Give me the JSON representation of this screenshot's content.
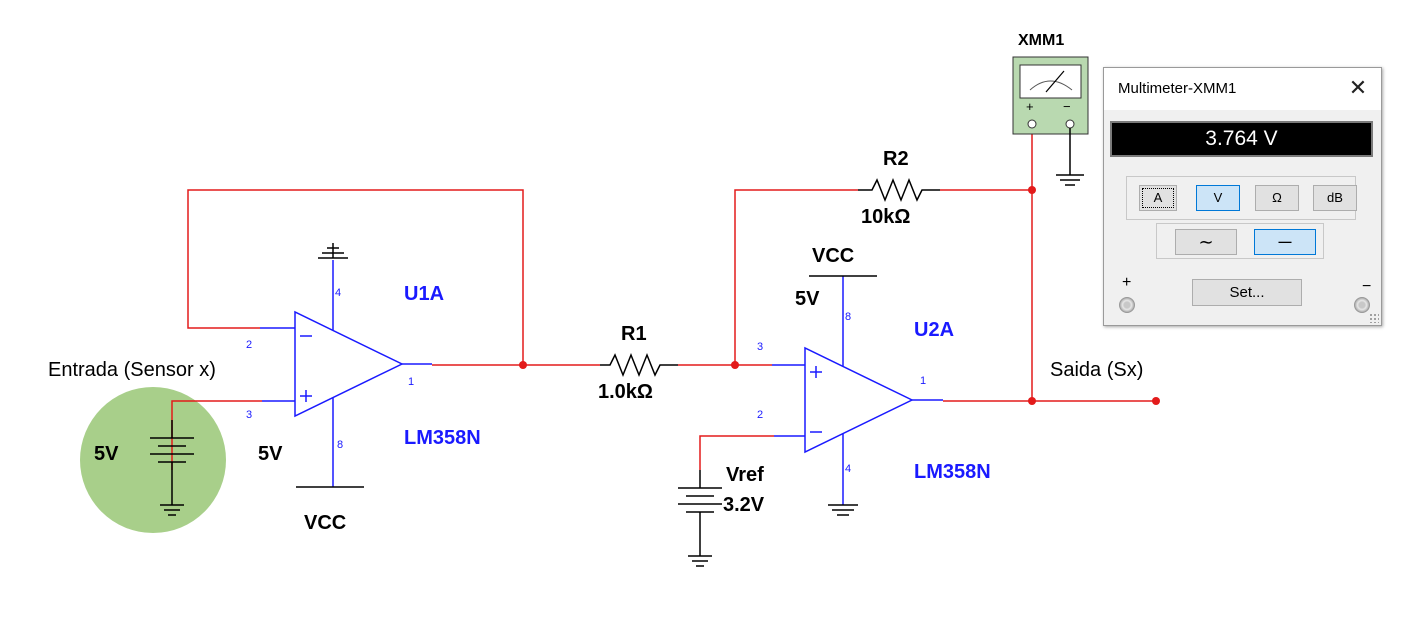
{
  "schematic": {
    "input_label": "Entrada (Sensor x)",
    "output_label": "Saida (Sx)",
    "source_voltage": "5V",
    "u1": {
      "refdes": "U1A",
      "part": "LM358N",
      "pin_inv": "2",
      "pin_noninv": "3",
      "pin_out": "1",
      "pin_vpos": "8",
      "pin_gnd": "4",
      "supply_label": "5V",
      "vcc_label": "VCC"
    },
    "u2": {
      "refdes": "U2A",
      "part": "LM358N",
      "pin_noninv": "3",
      "pin_inv": "2",
      "pin_out": "1",
      "pin_vpos": "8",
      "pin_gnd": "4",
      "supply_label": "5V",
      "vcc_label": "VCC"
    },
    "r1": {
      "name": "R1",
      "value": "1.0kΩ"
    },
    "r2": {
      "name": "R2",
      "value": "10kΩ"
    },
    "vref": {
      "name": "Vref",
      "value": "3.2V"
    },
    "meter": {
      "name": "XMM1",
      "plus": "+",
      "minus": "−"
    }
  },
  "multimeter_window": {
    "title": "Multimeter-XMM1",
    "close_symbol": "✕",
    "reading": "3.764 V",
    "modes": [
      {
        "label": "A",
        "active": false,
        "focused": true
      },
      {
        "label": "V",
        "active": true,
        "focused": false
      },
      {
        "label": "Ω",
        "active": false,
        "focused": false
      },
      {
        "label": "dB",
        "active": false,
        "focused": false
      }
    ],
    "wave_ac_symbol": "∼",
    "wave_dc_symbol": "—",
    "wave_selected": "DC",
    "set_label": "Set...",
    "plus_terminal": "+",
    "minus_terminal": "−"
  },
  "colors": {
    "wire": "#e31b1b",
    "component_blue": "#1a1aff",
    "ground_black": "#000000",
    "highlight_green": "#a8cf8a",
    "meter_green": "#b9d9b0"
  }
}
